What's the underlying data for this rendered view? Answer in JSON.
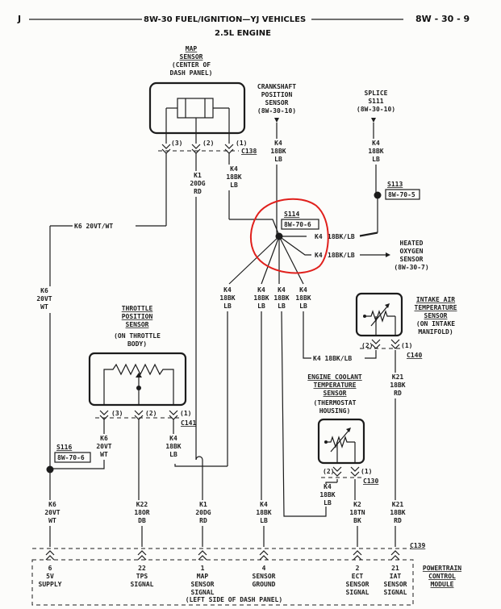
{
  "header": {
    "left_letter": "J",
    "title_line1": "8W-30 FUEL/IGNITION—YJ VEHICLES",
    "title_line2": "2.5L ENGINE",
    "page_code": "8W - 30 - 9"
  },
  "components": {
    "map_sensor": {
      "l1": "MAP",
      "l2": "SENSOR",
      "l3": "(CENTER OF",
      "l4": "DASH PANEL)"
    },
    "crank_sensor": {
      "l1": "CRANKSHAFT",
      "l2": "POSITION",
      "l3": "SENSOR",
      "l4": "(8W-30-10)"
    },
    "splice_s111": {
      "l1": "SPLICE",
      "l2": "S111",
      "l3": "(8W-30-10)"
    },
    "s113": {
      "label": "S113",
      "ref": "8W-70-5"
    },
    "s114": {
      "label": "S114",
      "ref": "8W-70-6"
    },
    "o2_sensor": {
      "l1": "HEATED",
      "l2": "OXYGEN",
      "l3": "SENSOR",
      "l4": "(8W-30-7)"
    },
    "throttle_sensor": {
      "l1": "THROTTLE",
      "l2": "POSITION",
      "l3": "SENSOR",
      "l4": "(ON THROTTLE",
      "l5": "BODY)"
    },
    "iat_sensor": {
      "l1": "INTAKE AIR",
      "l2": "TEMPERATURE",
      "l3": "SENSOR",
      "l4": "(ON INTAKE",
      "l5": "MANIFOLD)"
    },
    "ect_sensor": {
      "l1": "ENGINE COOLANT",
      "l2": "TEMPERATURE",
      "l3": "SENSOR",
      "l4": "(THERMOSTAT",
      "l5": "HOUSING)"
    },
    "s116": {
      "label": "S116",
      "ref": "8W-70-6"
    },
    "pcm": {
      "l1": "POWERTRAIN",
      "l2": "CONTROL",
      "l3": "MODULE",
      "location": "(LEFT SIDE OF DASH PANEL)"
    }
  },
  "connectors": {
    "c138": "C138",
    "c139": "C139",
    "c140": "C140",
    "c141": "C141",
    "c130": "C130",
    "p1": "(1)",
    "p2": "(2)",
    "p3": "(3)"
  },
  "wires": {
    "k4": "K4",
    "k1": "K1",
    "k6": "K6",
    "k22": "K22",
    "k21": "K21",
    "c18bk": "18BK",
    "c20dg": "20DG",
    "c20vt": "20VT",
    "c18or": "18OR",
    "c18tn": "18TN",
    "c18bk_short": "18BK",
    "lb": "LB",
    "rd": "RD",
    "wt": "WT",
    "db": "DB",
    "bk": "BK",
    "k6_long": "K6 20VT/WT",
    "k4_long": "K4 18BK/LB"
  },
  "pcm_pins": [
    {
      "num": "6",
      "l1": "5V",
      "l2": "SUPPLY"
    },
    {
      "num": "22",
      "l1": "TPS",
      "l2": "SIGNAL"
    },
    {
      "num": "1",
      "l1": "MAP",
      "l2": "SENSOR",
      "l3": "SIGNAL"
    },
    {
      "num": "4",
      "l1": "SENSOR",
      "l2": "GROUND"
    },
    {
      "num": "2",
      "l1": "ECT",
      "l2": "SENSOR",
      "l3": "SIGNAL"
    },
    {
      "num": "21",
      "l1": "IAT",
      "l2": "SENSOR",
      "l3": "SIGNAL"
    }
  ],
  "colors": {
    "ink": "#1c1c1c",
    "annotation": "#e0201c",
    "paper": "#fcfcfa"
  }
}
